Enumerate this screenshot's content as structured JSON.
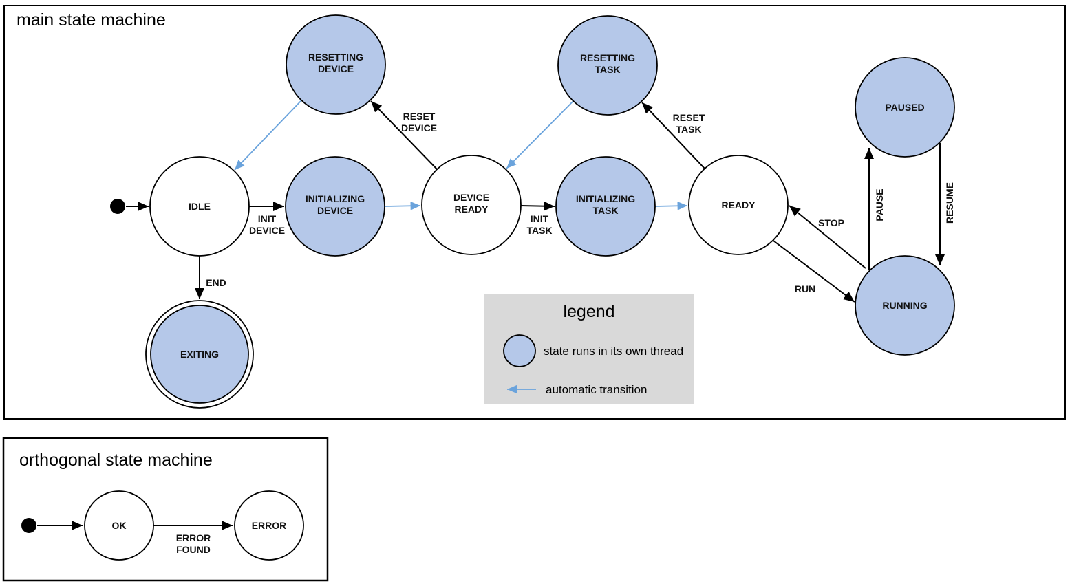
{
  "main_panel": {
    "title": "main state machine",
    "states": {
      "idle": {
        "label": "IDLE"
      },
      "initializing_device": {
        "line1": "INITIALIZING",
        "line2": "DEVICE"
      },
      "device_ready": {
        "line1": "DEVICE",
        "line2": "READY"
      },
      "initializing_task": {
        "line1": "INITIALIZING",
        "line2": "TASK"
      },
      "ready": {
        "label": "READY"
      },
      "resetting_device": {
        "line1": "RESETTING",
        "line2": "DEVICE"
      },
      "resetting_task": {
        "line1": "RESETTING",
        "line2": "TASK"
      },
      "paused": {
        "label": "PAUSED"
      },
      "running": {
        "label": "RUNNING"
      },
      "exiting": {
        "label": "EXITING"
      }
    },
    "transitions": {
      "init_device": {
        "line1": "INIT",
        "line2": "DEVICE"
      },
      "init_task": {
        "line1": "INIT",
        "line2": "TASK"
      },
      "reset_device": {
        "line1": "RESET",
        "line2": "DEVICE"
      },
      "reset_task": {
        "line1": "RESET",
        "line2": "TASK"
      },
      "end": {
        "label": "END"
      },
      "run": {
        "label": "RUN"
      },
      "stop": {
        "label": "STOP"
      },
      "pause": {
        "label": "PAUSE"
      },
      "resume": {
        "label": "RESUME"
      }
    },
    "legend": {
      "title": "legend",
      "thread_item": "state runs in its own thread",
      "auto_item": "automatic transition"
    }
  },
  "orthogonal_panel": {
    "title": "orthogonal state machine",
    "states": {
      "ok": {
        "label": "OK"
      },
      "error": {
        "label": "ERROR"
      }
    },
    "transitions": {
      "error_found": {
        "line1": "ERROR",
        "line2": "FOUND"
      }
    }
  },
  "colors": {
    "thread_state_fill": "#b5c8e9",
    "auto_transition": "#6aa3dc",
    "legend_bg": "#d9d9d9",
    "outline": "#000000"
  }
}
